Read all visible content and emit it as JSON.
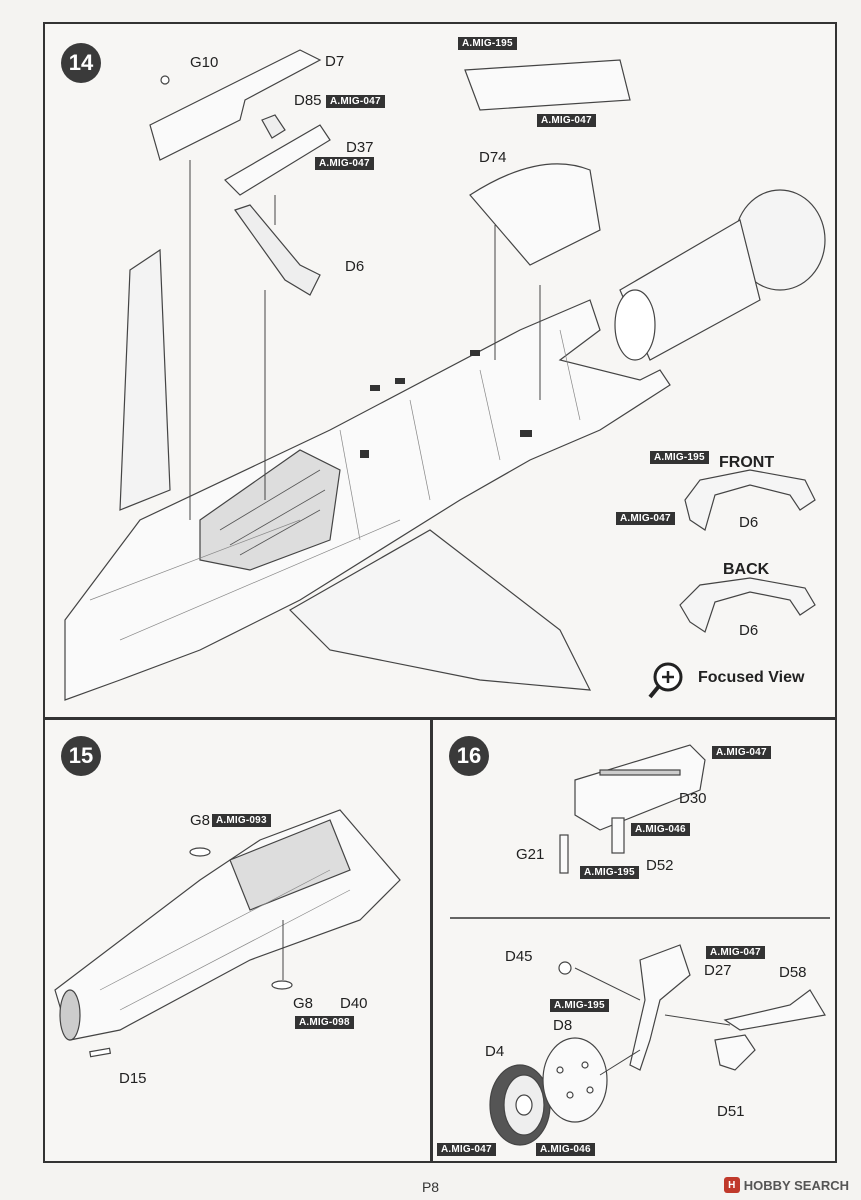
{
  "steps": {
    "s14": {
      "num": "14"
    },
    "s15": {
      "num": "15"
    },
    "s16": {
      "num": "16"
    }
  },
  "step14": {
    "parts": {
      "g10": "G10",
      "d7": "D7",
      "d85": "D85",
      "d37": "D37",
      "d6": "D6",
      "d74": "D74",
      "d6_front": "D6",
      "d6_back": "D6"
    },
    "tags": {
      "mig195_top": "A.MIG-195",
      "mig047_top": "A.MIG-047",
      "mig047_d85": "A.MIG-047",
      "mig047_d37": "A.MIG-047",
      "mig195_front": "A.MIG-195",
      "mig047_front": "A.MIG-047"
    },
    "front_label": "FRONT",
    "back_label": "BACK",
    "focused_view": "Focused View"
  },
  "step15": {
    "parts": {
      "g8_top": "G8",
      "g8_bottom": "G8",
      "d40": "D40",
      "d15": "D15"
    },
    "tags": {
      "mig093": "A.MIG-093",
      "mig098": "A.MIG-098"
    }
  },
  "step16": {
    "parts": {
      "d30": "D30",
      "g21": "G21",
      "d52": "D52",
      "d45": "D45",
      "d27": "D27",
      "d58": "D58",
      "d8": "D8",
      "d4": "D4",
      "d51": "D51"
    },
    "tags": {
      "mig047_d30": "A.MIG-047",
      "mig046_d52": "A.MIG-046",
      "mig195_d52": "A.MIG-195",
      "mig047_d27": "A.MIG-047",
      "mig195_d27": "A.MIG-195",
      "mig047_d4": "A.MIG-047",
      "mig046_d4": "A.MIG-046"
    }
  },
  "footer": {
    "page": "P8",
    "watermark": "HOBBY SEARCH"
  }
}
